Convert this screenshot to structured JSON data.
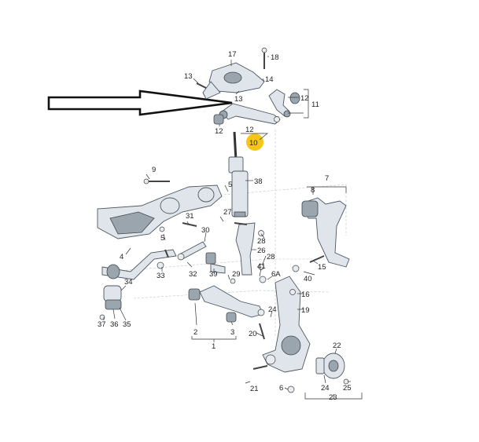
{
  "colors": {
    "highlight": "#f5c518",
    "part_fill": "#dfe5ea",
    "part_stroke": "#4e5861",
    "arrow": "#111111"
  },
  "icons": [
    "pointer-arrow-icon",
    "highlight-dot-icon"
  ],
  "callouts": {
    "p1": "1",
    "p2": "2",
    "p3": "3",
    "p4": "4",
    "p5a": "5",
    "p5b": "5",
    "p6": "6",
    "p6a": "6A",
    "p7": "7",
    "p8": "8",
    "p9": "9",
    "p10": "10",
    "p11": "11",
    "p12a": "12",
    "p12b": "12",
    "p12c": "12",
    "p13a": "13",
    "p13b": "13",
    "p14": "14",
    "p15": "15",
    "p16": "16",
    "p17": "17",
    "p18": "18",
    "p19": "19",
    "p20": "20",
    "p21": "21",
    "p22": "22",
    "p23": "23",
    "p24a": "24",
    "p24b": "24",
    "p25": "25",
    "p26": "26",
    "p27": "27",
    "p28a": "28",
    "p28b": "28",
    "p29": "29",
    "p30": "30",
    "p31": "31",
    "p32": "32",
    "p33": "33",
    "p34": "34",
    "p35": "35",
    "p36": "36",
    "p37": "37",
    "p38": "38",
    "p39": "39",
    "p40": "40",
    "p41": "41"
  }
}
